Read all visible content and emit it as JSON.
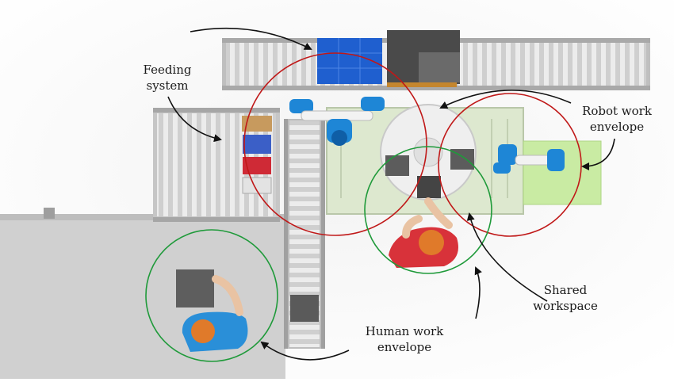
{
  "annotations": {
    "feeding_system": {
      "line1": "Feeding",
      "line2": "system"
    },
    "robot_work_envelope": {
      "line1": "Robot work",
      "line2": "envelope"
    },
    "shared_workspace": {
      "line1": "Shared",
      "line2": "workspace"
    },
    "human_work_envelope": {
      "line1": "Human work",
      "line2": "envelope"
    }
  },
  "colors": {
    "robot_envelope": "#c01818",
    "human_envelope": "#1f9a3a",
    "arrow": "#111111",
    "robot_arm": "#1e86d6",
    "worker_left_shirt": "#2a8fd8",
    "worker_right_shirt": "#d8323a",
    "hair": "#e07a2a",
    "conveyor": "#d9d9d9",
    "table": "#dde8cf"
  },
  "icons": [
    "robot-arm-icon",
    "worker-icon",
    "conveyor-icon",
    "box-icon",
    "container-icon"
  ]
}
